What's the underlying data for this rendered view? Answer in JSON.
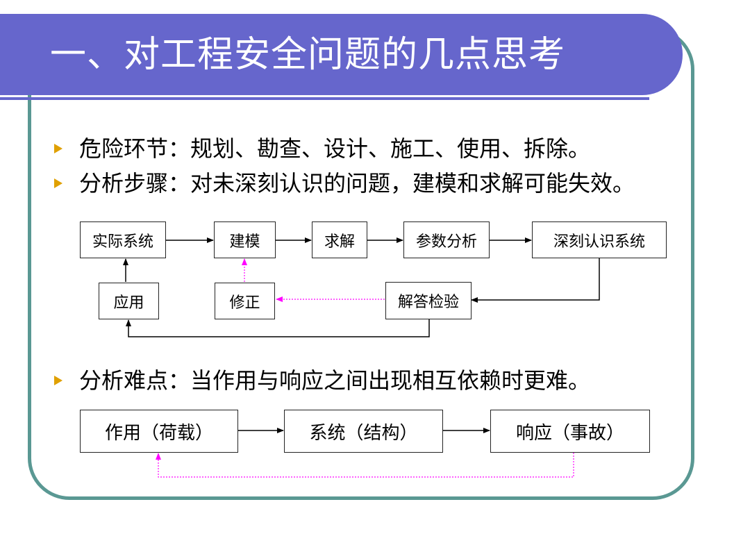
{
  "slide": {
    "title": "一、对工程安全问题的几点思考"
  },
  "bullets": [
    "危险环节：规划、勘查、设计、施工、使用、拆除。",
    "分析步骤：对未深刻认识的问题，建模和求解可能失效。",
    "分析难点：当作用与响应之间出现相互依赖时更难。"
  ],
  "flow1": {
    "nodes": {
      "real_system": "实际系统",
      "modeling": "建模",
      "solving": "求解",
      "param_analysis": "参数分析",
      "deep_understanding": "深刻认识系统",
      "application": "应用",
      "correction": "修正",
      "answer_check": "解答检验"
    }
  },
  "flow2": {
    "nodes": {
      "action": "作用（荷载）",
      "system": "系统（结构）",
      "response": "响应（事故）"
    }
  },
  "colors": {
    "banner": "#6666cc",
    "frame": "#5a9893",
    "bullet_arrow": "#e0a000",
    "feedback_dotted": "#ff00ff"
  }
}
